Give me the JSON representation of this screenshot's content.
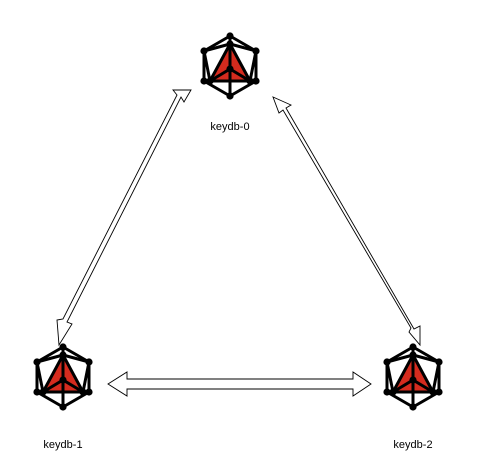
{
  "nodes": [
    {
      "id": "keydb-0",
      "label": "keydb-0",
      "icon": "keydb-logo-icon"
    },
    {
      "id": "keydb-1",
      "label": "keydb-1",
      "icon": "keydb-logo-icon"
    },
    {
      "id": "keydb-2",
      "label": "keydb-2",
      "icon": "keydb-logo-icon"
    }
  ],
  "edges": [
    {
      "from": "keydb-0",
      "to": "keydb-1",
      "type": "bidirectional"
    },
    {
      "from": "keydb-0",
      "to": "keydb-2",
      "type": "bidirectional"
    },
    {
      "from": "keydb-1",
      "to": "keydb-2",
      "type": "bidirectional"
    }
  ],
  "colors": {
    "logo_fill": "#d52b1e",
    "logo_stroke": "#000000",
    "arrow_fill": "#ffffff",
    "arrow_stroke": "#000000",
    "label": "#000000"
  }
}
